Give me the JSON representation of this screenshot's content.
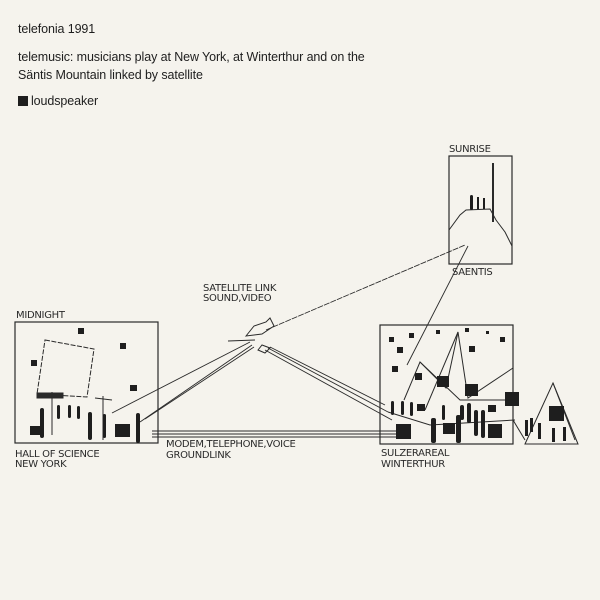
{
  "header": {
    "title": "telefonia 1991",
    "description_line1": "telemusic: musicians play at New York, at Winterthur and on the",
    "description_line2": "Säntis Mountain linked by satellite",
    "legend_label": "loudspeaker"
  },
  "diagram": {
    "new_york": {
      "time": "MIDNIGHT",
      "venue": "HALL OF SCIENCE",
      "city": "NEW YORK"
    },
    "satellite": {
      "line1": "SATELLITE LINK",
      "line2": "SOUND,VIDEO"
    },
    "saentis": {
      "time": "SUNRISE",
      "name": "SAENTIS"
    },
    "winterthur": {
      "venue": "SULZERAREAL",
      "city": "WINTERTHUR"
    },
    "groundlink": {
      "line1": "MODEM,TELEPHONE,VOICE",
      "line2": "GROUNDLINK"
    }
  },
  "colors": {
    "ink": "#1e1e1e",
    "paper": "#f5f3ed"
  }
}
